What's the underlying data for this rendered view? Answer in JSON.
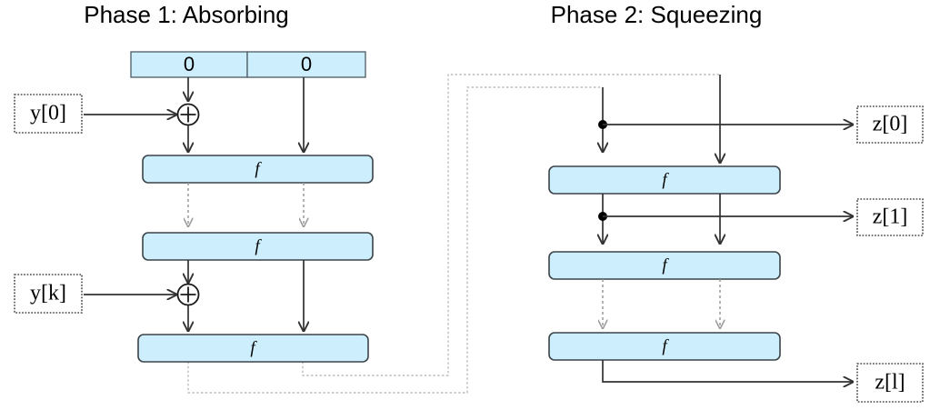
{
  "diagram": {
    "title_left": "Phase 1: Absorbing",
    "title_right": "Phase 2: Squeezing"
  },
  "phase1": {
    "title": "Phase 1: Absorbing",
    "state_cells": [
      {
        "label": "0"
      },
      {
        "label": "0"
      }
    ],
    "functions": [
      {
        "label": "f"
      },
      {
        "label": "f"
      },
      {
        "label": "f"
      }
    ],
    "inputs": [
      {
        "label": "y[0]",
        "var": "y",
        "index": "[0]"
      },
      {
        "label": "y[k]",
        "var": "y",
        "index": "[k]"
      }
    ],
    "operators": [
      {
        "symbol": "xor"
      },
      {
        "symbol": "xor"
      }
    ]
  },
  "phase2": {
    "title": "Phase 2: Squeezing",
    "functions": [
      {
        "label": "f"
      },
      {
        "label": "f"
      },
      {
        "label": "f"
      }
    ],
    "outputs": [
      {
        "label": "z[0]",
        "var": "z",
        "index": "[0]"
      },
      {
        "label": "z[1]",
        "var": "z",
        "index": "[1]"
      },
      {
        "label": "z[l]",
        "var": "z",
        "index": "[l]"
      }
    ],
    "taps": [
      {
        "name": "tap-z0"
      },
      {
        "name": "tap-z1"
      }
    ]
  },
  "colors": {
    "block_fill": "#cdeefc",
    "block_stroke": "#3b4449",
    "wire": "#323232",
    "wire_dashed": "#9a9a9a",
    "wire_feedback": "#bbbbbb",
    "background": "#ffffff"
  }
}
